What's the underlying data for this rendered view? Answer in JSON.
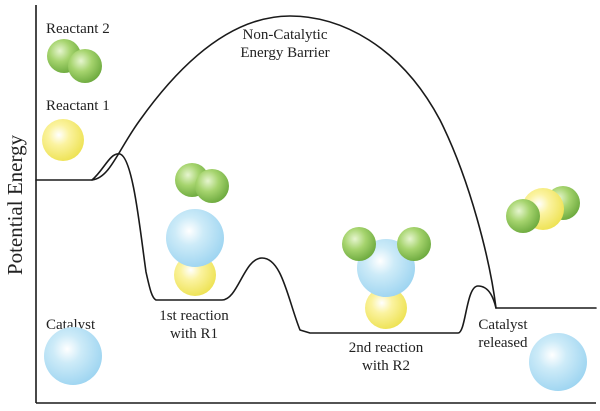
{
  "diagram": {
    "y_axis_label": "Potential Energy",
    "labels": {
      "reactant_2": "Reactant 2",
      "reactant_1": "Reactant 1",
      "barrier_line1": "Non-Catalytic",
      "barrier_line2": "Energy Barrier",
      "catalyst": "Catalyst",
      "step1_line1": "1st reaction",
      "step1_line2": "with R1",
      "step2_line1": "2nd reaction",
      "step2_line2": "with R2",
      "released_line1": "Catalyst",
      "released_line2": "released"
    },
    "colors": {
      "reactant_2_green": "#8cc152",
      "reactant_1_yellow": "#f5e960",
      "catalyst_blue": "#a8dcf5",
      "curve": "#1a1a1a",
      "text": "#222222"
    }
  }
}
